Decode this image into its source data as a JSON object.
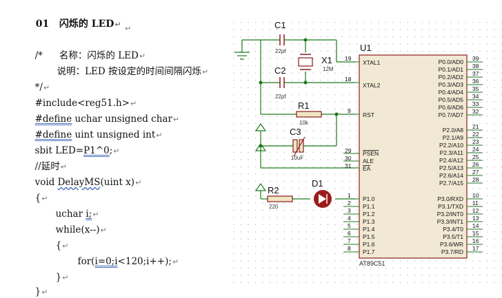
{
  "document": {
    "heading_number": "01",
    "heading_title": "闪烁的 LED",
    "comment_open": "/*",
    "comment_name": "名称：闪烁的 LED",
    "comment_desc": "说明：LED 按设定的时间间隔闪烁",
    "comment_close": "*/",
    "include": "#include<reg51.h>",
    "define_uchar_kw": "#define",
    "define_uchar_rest": " uchar unsigned char",
    "define_uint_kw": "#define",
    "define_uint_rest": " uint unsigned int",
    "sbit_pre": "sbit LED=",
    "sbit_mid": "P1^0",
    "sbit_post": ";",
    "delay_comment": "//延时",
    "func_pre": "void ",
    "func_name": "DelayMS",
    "func_post": "(uint x)",
    "brace_open": "{",
    "var_decl_pre": "uchar ",
    "var_decl_mid": "i;",
    "while_line": "while(x--)",
    "inner_brace_open": "{",
    "for_pre": "for(",
    "for_mid": "i=0;i",
    "for_post": "<120;i++);",
    "inner_brace_close": "}",
    "brace_close": "}",
    "return_mark": "↵"
  },
  "schematic": {
    "c1_label": "C1",
    "c1_value": "22pf",
    "c2_label": "C2",
    "c2_value": "22pf",
    "x1_label": "X1",
    "x1_value": "12M",
    "r1_label": "R1",
    "r1_value": "10k",
    "c3_label": "C3",
    "c3_value": "10uF",
    "r2_label": "R2",
    "r2_value": "220",
    "d1_label": "D1",
    "u1_label": "U1",
    "chip_name": "AT89C51",
    "pin19_num": "19",
    "pin19_name": "XTAL1",
    "pin18_num": "18",
    "pin18_name": "XTAL2",
    "pin9_num": "9",
    "pin9_name": "RST",
    "pin29_num": "29",
    "pin29_name": "PSEN",
    "pin30_num": "30",
    "pin30_name": "ALE",
    "pin31_num": "31",
    "pin31_name": "EA",
    "left_p1_pins": [
      {
        "num": "1",
        "name": "P1.0"
      },
      {
        "num": "2",
        "name": "P1.1"
      },
      {
        "num": "3",
        "name": "P1.2"
      },
      {
        "num": "4",
        "name": "P1.3"
      },
      {
        "num": "5",
        "name": "P1.4"
      },
      {
        "num": "6",
        "name": "P1.5"
      },
      {
        "num": "7",
        "name": "P1.6"
      },
      {
        "num": "8",
        "name": "P1.7"
      }
    ],
    "right_p0_pins": [
      {
        "num": "39",
        "name": "P0.0/AD0"
      },
      {
        "num": "38",
        "name": "P0.1/AD1"
      },
      {
        "num": "37",
        "name": "P0.2/AD2"
      },
      {
        "num": "36",
        "name": "P0.3/AD3"
      },
      {
        "num": "35",
        "name": "P0.4/AD4"
      },
      {
        "num": "34",
        "name": "P0.5/AD5"
      },
      {
        "num": "33",
        "name": "P0.6/AD6"
      },
      {
        "num": "32",
        "name": "P0.7/AD7"
      }
    ],
    "right_p2_pins": [
      {
        "num": "21",
        "name": "P2.0/A8"
      },
      {
        "num": "22",
        "name": "P2.1/A9"
      },
      {
        "num": "23",
        "name": "P2.2/A10"
      },
      {
        "num": "24",
        "name": "P2.3/A11"
      },
      {
        "num": "25",
        "name": "P2.4/A12"
      },
      {
        "num": "26",
        "name": "P2.5/A13"
      },
      {
        "num": "27",
        "name": "P2.6/A14"
      },
      {
        "num": "28",
        "name": "P2.7/A15"
      }
    ],
    "right_p3_pins": [
      {
        "num": "10",
        "name": "P3.0/RXD"
      },
      {
        "num": "11",
        "name": "P3.1/TXD"
      },
      {
        "num": "12",
        "name": "P3.2/INT0"
      },
      {
        "num": "13",
        "name": "P3.3/INT1"
      },
      {
        "num": "14",
        "name": "P3.4/T0"
      },
      {
        "num": "15",
        "name": "P3.5/T1"
      },
      {
        "num": "16",
        "name": "P3.6/WR"
      },
      {
        "num": "17",
        "name": "P3.7/RD"
      }
    ]
  }
}
